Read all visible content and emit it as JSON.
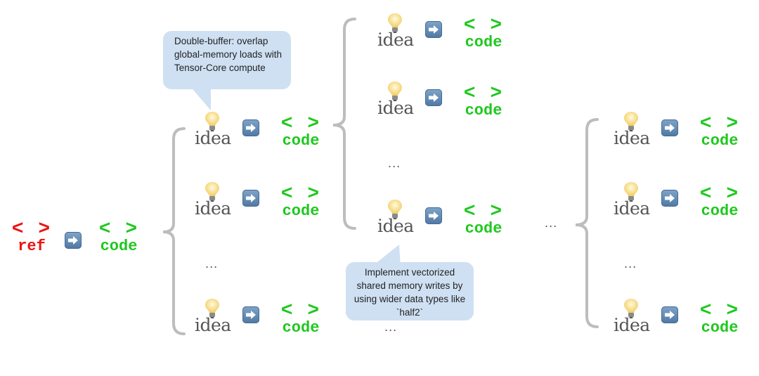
{
  "diagram": {
    "title": "",
    "colors": {
      "ref": "#ee1111",
      "code": "#1ec81e",
      "idea_text": "#555555",
      "brace": "#bdbdbd",
      "bubble": "#cfe0f3"
    },
    "start": {
      "ref_brackets": "< >",
      "ref_label": "ref",
      "arrow_icon": "right-arrow-icon",
      "code_brackets": "< >",
      "code_label": "code"
    },
    "node": {
      "idea_label": "idea",
      "idea_icon": "light-bulb-icon",
      "arrow_icon": "right-arrow-icon",
      "code_brackets": "< >",
      "code_label": "code"
    },
    "ellipsis": "...",
    "callouts": [
      {
        "text": "Double-buffer: overlap global-memory loads with Tensor-Core compute"
      },
      {
        "text": "Implement vectorized shared memory writes by using wider data types like `half2`"
      }
    ]
  }
}
